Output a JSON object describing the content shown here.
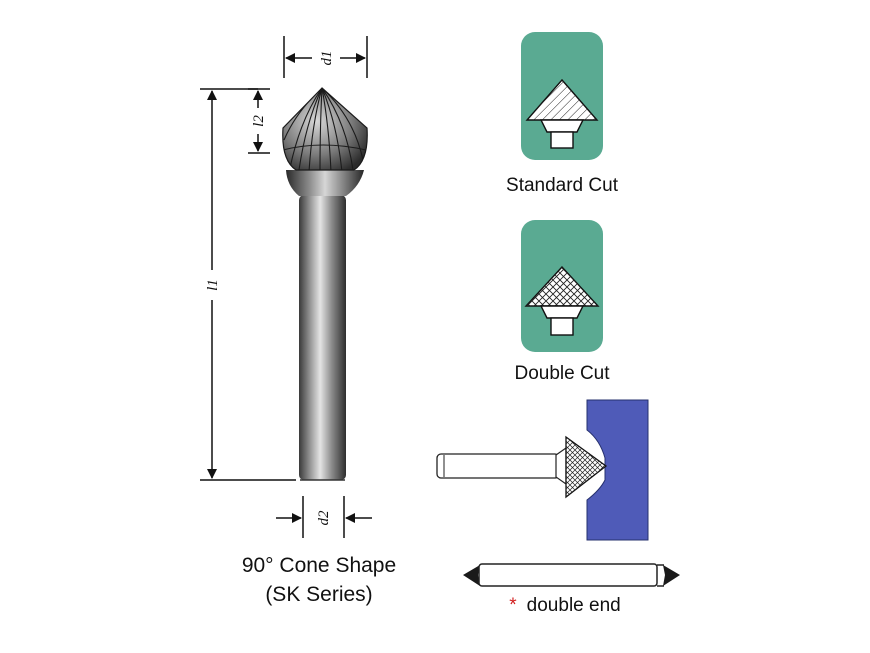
{
  "dimensions": {
    "d1": "d1",
    "d2": "d2",
    "l1": "l1",
    "l2": "l2"
  },
  "captions": {
    "standard_cut": "Standard Cut",
    "double_cut": "Double Cut",
    "shape_line1": "90° Cone Shape",
    "shape_line2": "(SK Series)",
    "double_end_marker": "*",
    "double_end": "double end"
  },
  "colors": {
    "cut_icon_bg": "#5aaa92",
    "workpiece": "#4f5bb8",
    "asterisk": "#d21f1f"
  },
  "icons": {
    "standard_cut_icon": "cone-single-cut-icon",
    "double_cut_icon": "cone-cross-cut-icon"
  }
}
